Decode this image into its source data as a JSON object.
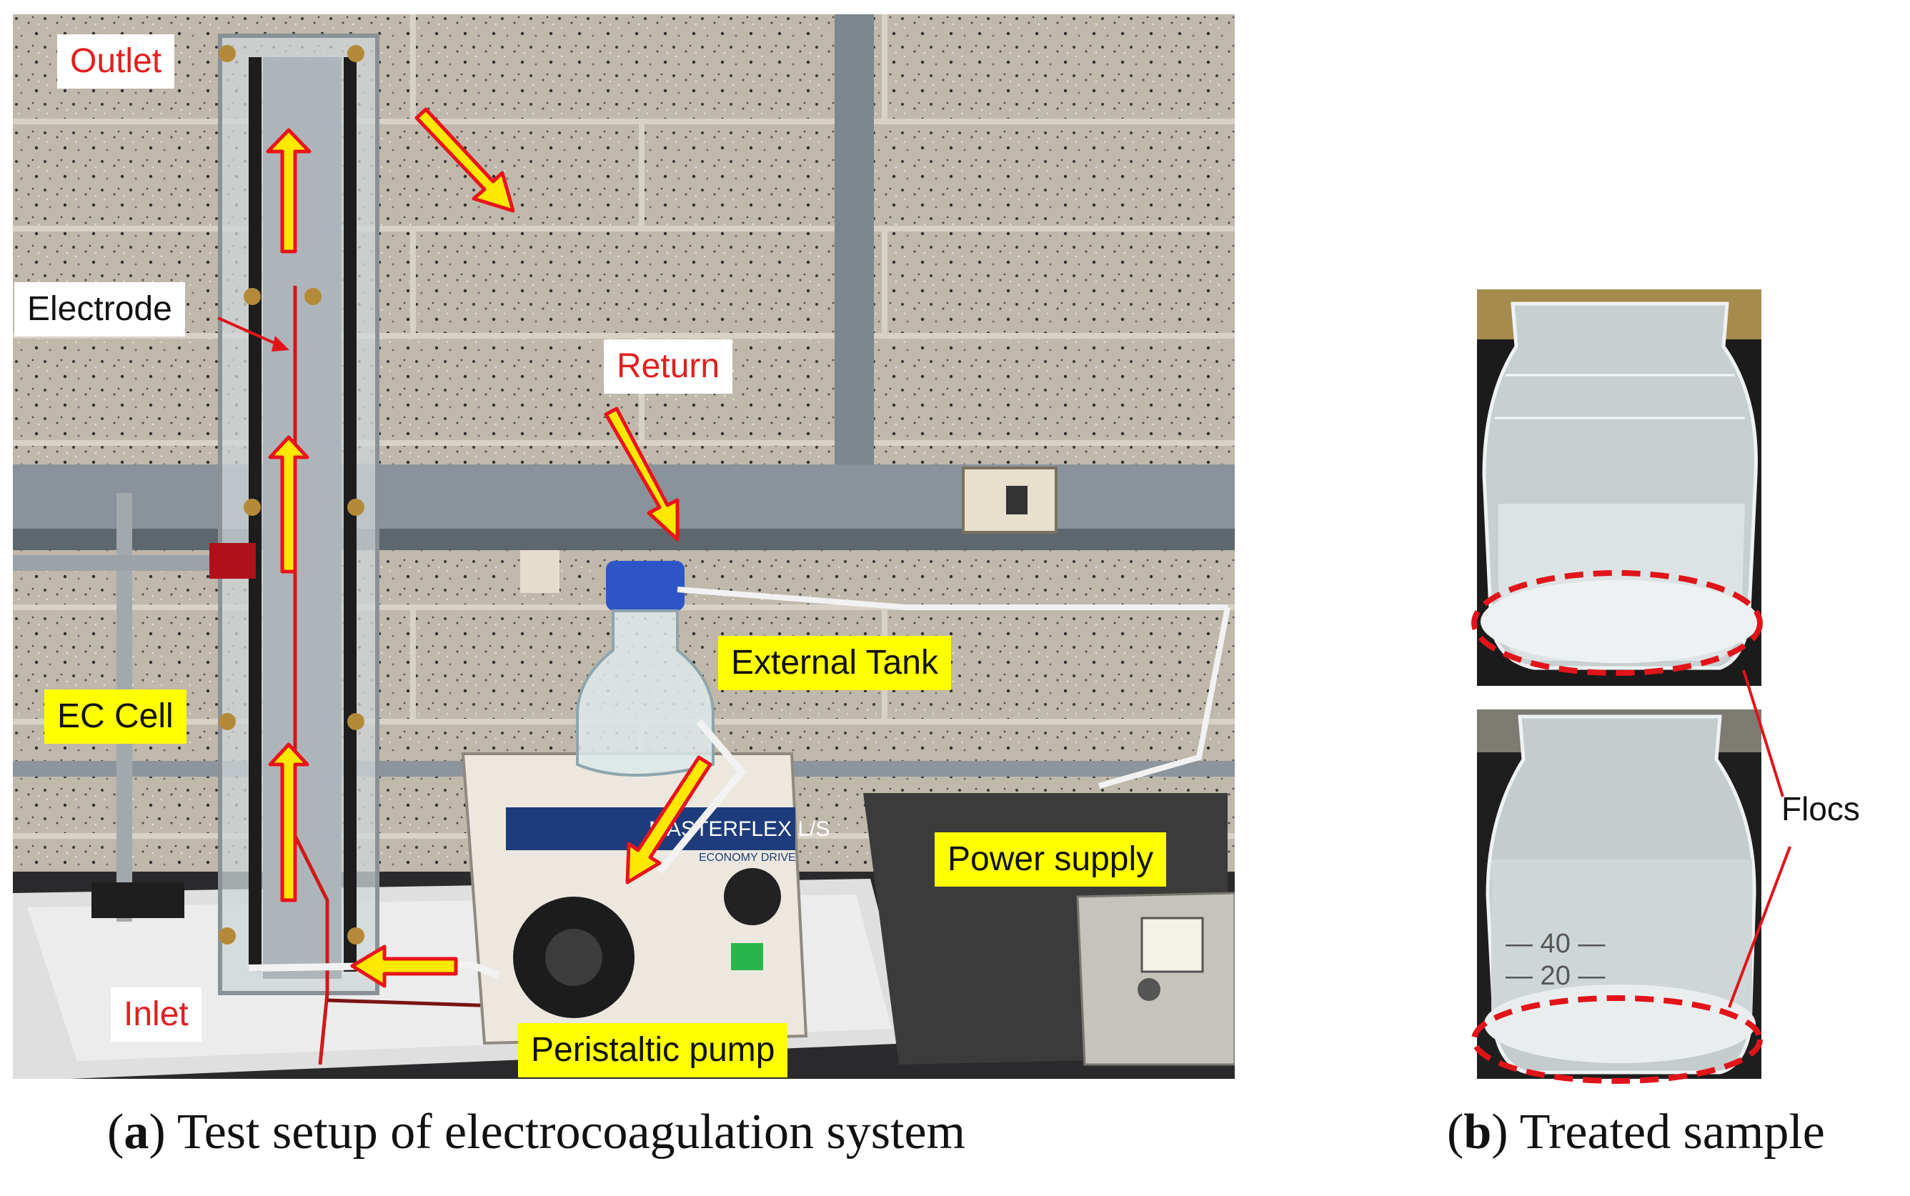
{
  "panel_a": {
    "labels": {
      "outlet": "Outlet",
      "electrode": "Electrode",
      "return": "Return",
      "external_tank": "External Tank",
      "ec_cell": "EC Cell",
      "power_supply": "Power supply",
      "inlet": "Inlet",
      "peristaltic_pump": "Peristaltic pump"
    },
    "pump_brand": "MASTERFLEX L/S",
    "pump_subtitle": "ECONOMY DRIVE",
    "caption_letter": "a",
    "caption_text": " Test setup of electrocoagulation system"
  },
  "panel_b": {
    "flocs_label": "Flocs",
    "caption_letter": "b",
    "caption_text": " Treated sample"
  },
  "colors": {
    "arrow_fill": "#ffe800",
    "arrow_stroke": "#e8141a",
    "highlight_ellipse": "#e0141a",
    "wall": "#b9b2a5",
    "rail": "#7e8790"
  }
}
